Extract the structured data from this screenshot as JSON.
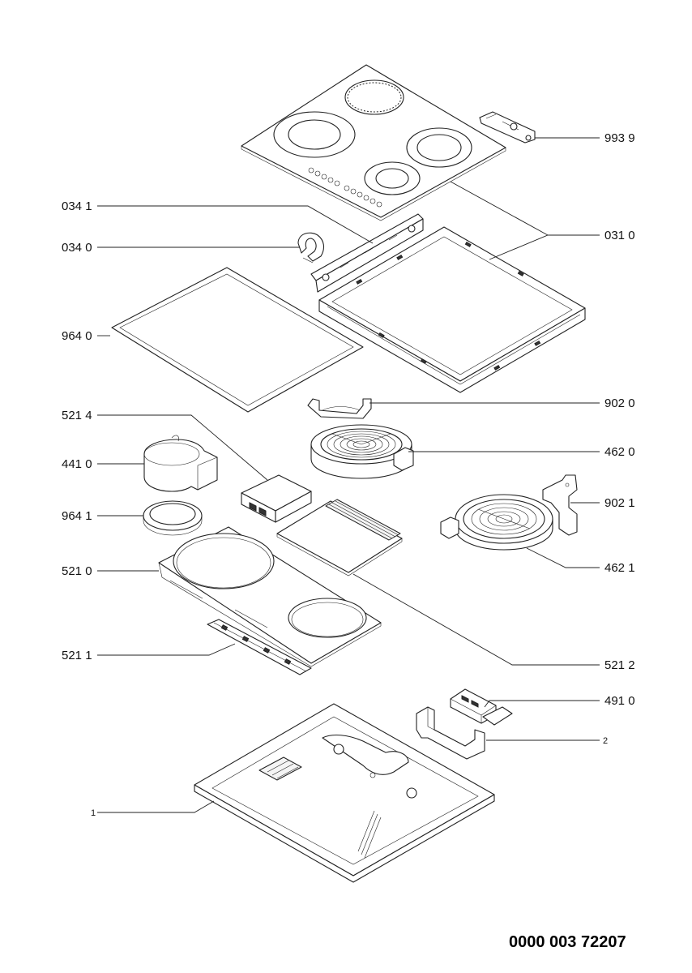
{
  "labels": {
    "l9939": "993 9",
    "l0341": "034 1",
    "l0340": "034 0",
    "l0310": "031 0",
    "l9640": "964 0",
    "l9020": "902 0",
    "l5214": "521 4",
    "l4620": "462 0",
    "l4410": "441 0",
    "l9021": "902 1",
    "l9641": "964 1",
    "l5210": "521 0",
    "l4621": "462 1",
    "l5211": "521 1",
    "l5212": "521 2",
    "l4910": "491 0",
    "l2": "2",
    "l1": "1"
  },
  "document_number": "0000 003 72207"
}
